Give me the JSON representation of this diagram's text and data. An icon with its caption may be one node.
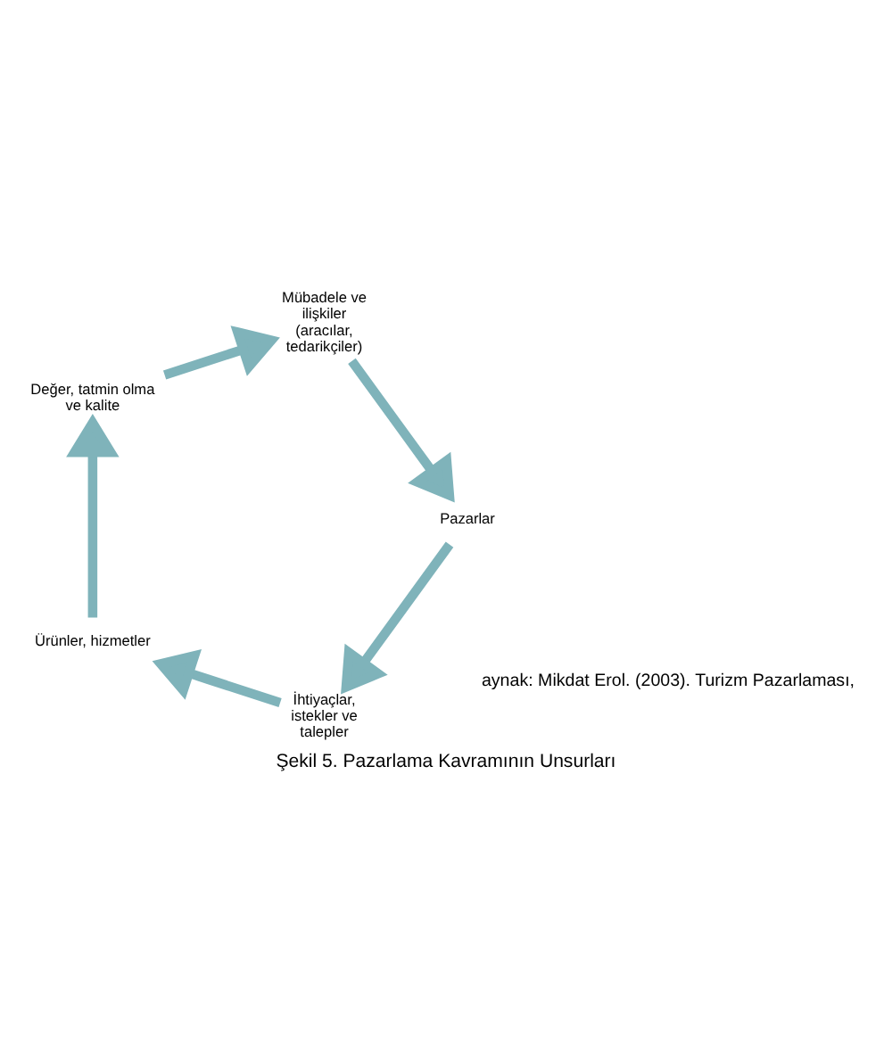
{
  "diagram": {
    "caption": "Şekil 5. Pazarlama Kavramının Unsurları",
    "nodes": [
      {
        "text": [
          "İhtiyaçlar, istekler ve talepler"
        ]
      },
      {
        "text": [
          "Ürünler, hizmetler"
        ]
      },
      {
        "text": [
          "Değer, tatmin olma ve kalite"
        ]
      },
      {
        "text": [
          "Mübadele ve ilişkiler (aracılar, tedarikçiler)"
        ]
      },
      {
        "text": [
          "Pazarlar"
        ]
      }
    ],
    "edges": [
      {
        "from": 0,
        "to": 1,
        "arrow": "to"
      },
      {
        "from": 1,
        "to": 2,
        "arrow": "to"
      },
      {
        "from": 2,
        "to": 3,
        "arrow": "to"
      },
      {
        "from": 3,
        "to": 4,
        "arrow": "to"
      },
      {
        "from": 4,
        "to": 0,
        "arrow": "to"
      }
    ],
    "labels": [
      "aynak: Mikdat Erol. (2003). Turizm Pazarlaması,"
    ]
  }
}
